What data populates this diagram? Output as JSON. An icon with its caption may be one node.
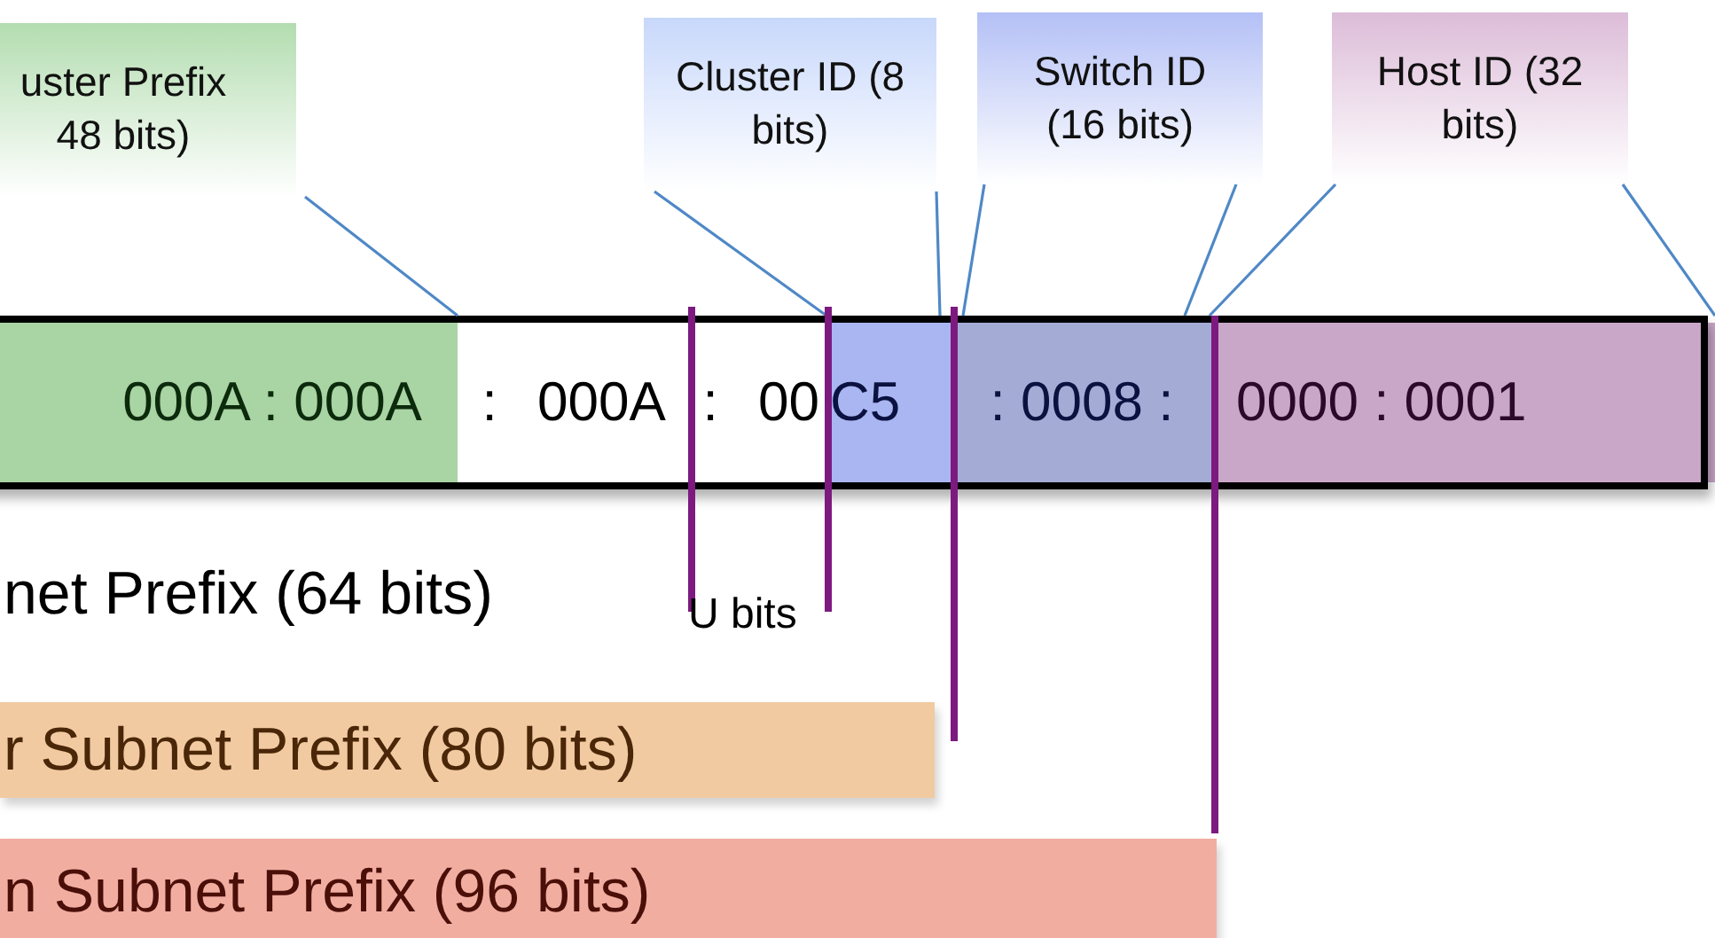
{
  "diagram": {
    "nodes": [
      {
        "text": [
          "uster Prefix 48 bits)"
        ]
      },
      {
        "text": [
          "Cluster ID (8 bits)"
        ]
      },
      {
        "text": [
          "Switch ID (16 bits)"
        ]
      },
      {
        "text": [
          "Host ID (32 bits)"
        ]
      },
      {
        "text": [
          "000A : 000A"
        ]
      },
      {
        "text": [
          ": 000A : 00"
        ]
      },
      {
        "text": [
          "C5"
        ]
      },
      {
        "text": [
          ": 0008 :"
        ]
      },
      {
        "text": [
          "0000 : 0001"
        ]
      },
      {
        "text": [
          "r Subnet Prefix (80 bits)"
        ]
      },
      {
        "text": [
          "n Subnet Prefix (96 bits)"
        ]
      }
    ],
    "edges": [
      {
        "from": 0,
        "to": 4,
        "arrow": "none"
      },
      {
        "from": 1,
        "to": 6,
        "arrow": "none"
      },
      {
        "from": 1,
        "to": 6,
        "arrow": "none"
      },
      {
        "from": 2,
        "to": 7,
        "arrow": "none"
      },
      {
        "from": 2,
        "to": 7,
        "arrow": "none"
      },
      {
        "from": 3,
        "to": 8,
        "arrow": "none"
      },
      {
        "from": 3,
        "to": 8,
        "arrow": "none"
      }
    ],
    "labels": [
      "net Prefix (64 bits)",
      "U bits"
    ]
  }
}
